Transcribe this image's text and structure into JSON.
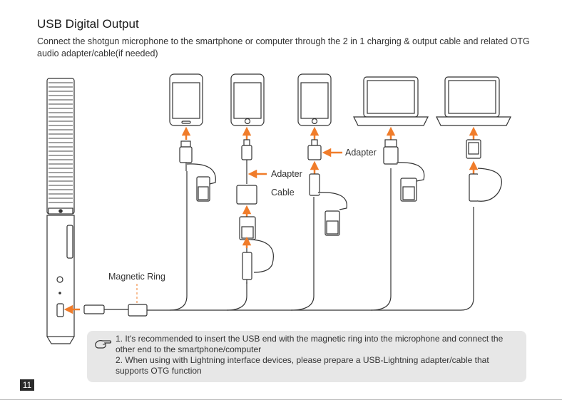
{
  "page": {
    "title": "USB Digital Output",
    "intro": "Connect the shotgun microphone to the smartphone or computer through the 2 in 1 charging & output cable and related OTG audio adapter/cable(if needed)",
    "page_number": "11"
  },
  "labels": {
    "adapter_phone": "Adapter",
    "adapter_cable_line1": "Adapter",
    "adapter_cable_line2": "Cable",
    "magnetic_ring": "Magnetic Ring"
  },
  "notes": {
    "line1": "1. It's recommended to insert the USB end with the magnetic ring into the microphone and connect the",
    "line2": "other end to the smartphone/computer",
    "line3": "2. When using with Lightning interface devices, please prepare a USB-Lightning adapter/cable that",
    "line4": "supports OTG function"
  },
  "icons": {
    "note": "pointing-hand-icon",
    "arrows": "arrow-icon"
  },
  "colors": {
    "accent": "#f07c2a",
    "line": "#333333",
    "note_bg": "#e7e7e7"
  }
}
